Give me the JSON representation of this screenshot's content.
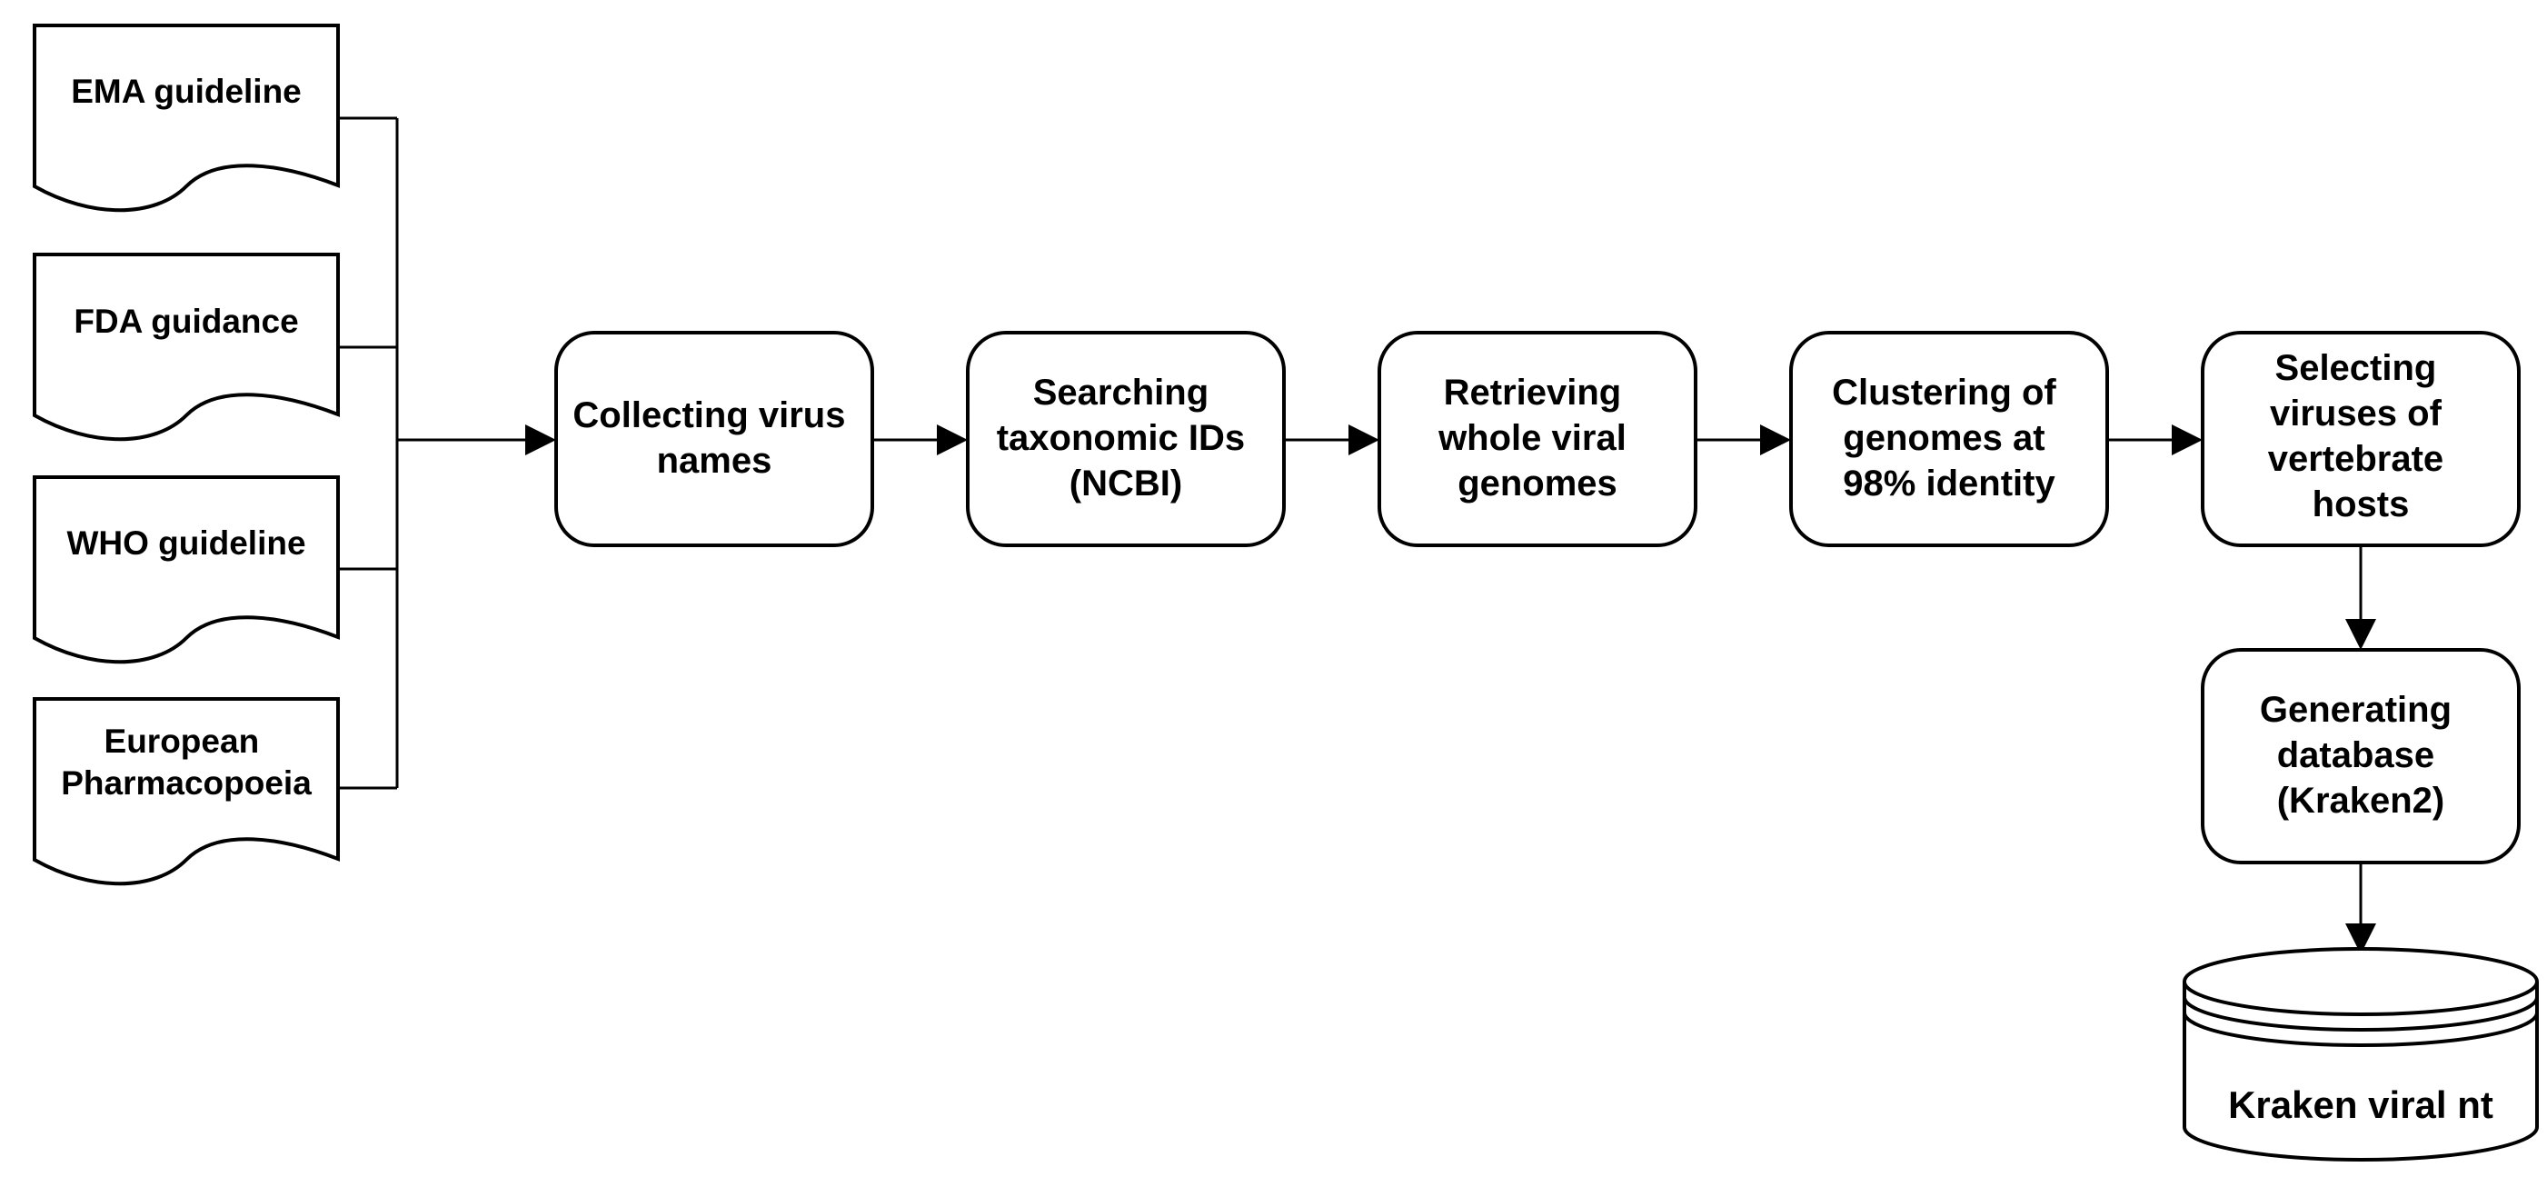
{
  "sources": [
    {
      "lines": [
        "EMA guideline"
      ]
    },
    {
      "lines": [
        "FDA guidance"
      ]
    },
    {
      "lines": [
        "WHO guideline"
      ]
    },
    {
      "lines": [
        "European",
        "Pharmacopoeia"
      ]
    }
  ],
  "steps": [
    {
      "lines": [
        "Collecting virus",
        "names"
      ]
    },
    {
      "lines": [
        "Searching",
        "taxonomic IDs",
        "(NCBI)"
      ]
    },
    {
      "lines": [
        "Retrieving",
        "whole viral",
        "genomes"
      ]
    },
    {
      "lines": [
        "Clustering of",
        "genomes at",
        "98% identity"
      ]
    },
    {
      "lines": [
        "Selecting",
        "viruses of",
        "vertebrate",
        "hosts"
      ]
    },
    {
      "lines": [
        "Generating",
        "database",
        "(Kraken2)"
      ]
    }
  ],
  "database": {
    "label": "Kraken viral nt"
  }
}
